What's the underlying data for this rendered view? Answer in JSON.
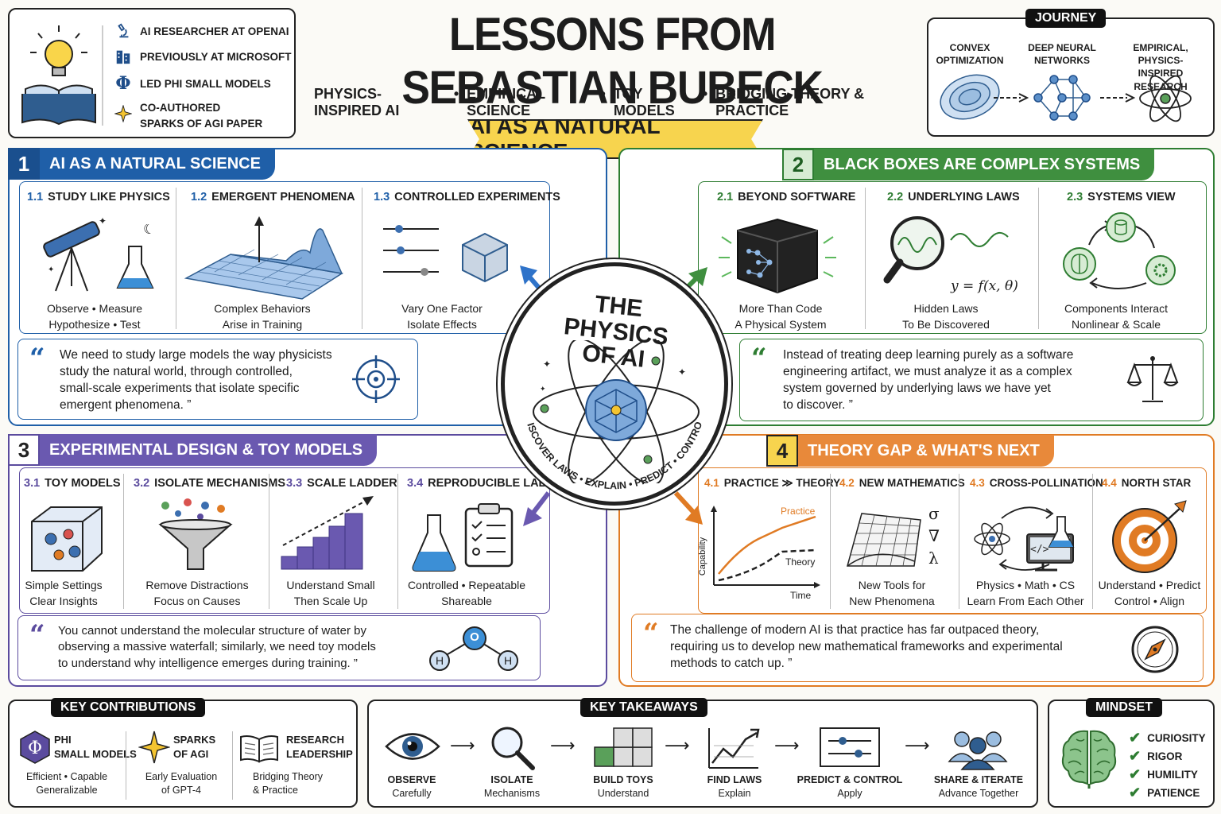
{
  "profile": {
    "items": [
      {
        "icon": "microscope-icon",
        "label": "AI RESEARCHER AT OPENAI"
      },
      {
        "icon": "building-icon",
        "label": "PREVIOUSLY AT MICROSOFT"
      },
      {
        "icon": "phi-icon",
        "label": "LED PHI SMALL MODELS"
      },
      {
        "icon": "sparkle-icon",
        "label": "CO-AUTHORED",
        "label2": "SPARKS OF AGI PAPER"
      }
    ]
  },
  "header": {
    "title": "LESSONS FROM SEBASTIAN BUBECK",
    "subtitle": [
      "PHYSICS-INSPIRED AI",
      "EMPIRICAL SCIENCE",
      "TOY MODELS",
      "BRIDGING THEORY & PRACTICE"
    ],
    "subtitle_sep": "•",
    "banner": "AI AS A NATURAL SCIENCE"
  },
  "journey": {
    "tag": "JOURNEY",
    "steps": [
      {
        "l1": "CONVEX",
        "l2": "OPTIMIZATION"
      },
      {
        "l1": "DEEP NEURAL",
        "l2": "NETWORKS"
      },
      {
        "l1": "EMPIRICAL, PHYSICS-",
        "l2": "INSPIRED RESEARCH"
      }
    ]
  },
  "center": {
    "title1": "THE PHYSICS",
    "title2": "OF AI",
    "arc": "DISCOVER LAWS • EXPLAIN • PREDICT • CONTROL"
  },
  "sections": {
    "s1": {
      "num": "1",
      "title": "AI AS A NATURAL SCIENCE",
      "color": "#1f5fa8",
      "subs": [
        {
          "n": "1.1",
          "title": "STUDY LIKE PHYSICS",
          "c1": "Observe • Measure",
          "c2": "Hypothesize • Test"
        },
        {
          "n": "1.2",
          "title": "EMERGENT PHENOMENA",
          "c1": "Complex Behaviors",
          "c2": "Arise in Training"
        },
        {
          "n": "1.3",
          "title": "CONTROLLED EXPERIMENTS",
          "c1": "Vary One Factor",
          "c2": "Isolate Effects"
        }
      ],
      "quote": [
        "We need to study large models the way physicists",
        "study the natural world, through controlled,",
        "small-scale experiments that isolate specific",
        "emergent phenomena. ”"
      ]
    },
    "s2": {
      "num": "2",
      "title": "BLACK BOXES ARE COMPLEX SYSTEMS",
      "color": "#2e7d32",
      "subs": [
        {
          "n": "2.1",
          "title": "BEYOND SOFTWARE",
          "c1": "More Than Code",
          "c2": "A Physical System"
        },
        {
          "n": "2.2",
          "title": "UNDERLYING LAWS",
          "c1": "Hidden Laws",
          "c2": "To Be Discovered"
        },
        {
          "n": "2.3",
          "title": "SYSTEMS VIEW",
          "c1": "Components Interact",
          "c2": "Nonlinear & Scale"
        }
      ],
      "formula": "y = f(x, θ)",
      "quote": [
        "Instead of treating deep learning purely as a software",
        "engineering artifact, we must analyze it as a complex",
        "system governed by underlying laws we have yet",
        "to discover. ”"
      ]
    },
    "s3": {
      "num": "3",
      "title": "EXPERIMENTAL DESIGN & TOY MODELS",
      "color": "#5b4b9e",
      "subs": [
        {
          "n": "3.1",
          "title": "TOY MODELS",
          "c1": "Simple Settings",
          "c2": "Clear Insights"
        },
        {
          "n": "3.2",
          "title": "ISOLATE MECHANISMS",
          "c1": "Remove Distractions",
          "c2": "Focus on Causes"
        },
        {
          "n": "3.3",
          "title": "SCALE LADDER",
          "c1": "Understand Small",
          "c2": "Then Scale Up"
        },
        {
          "n": "3.4",
          "title": "REPRODUCIBLE LAB",
          "c1": "Controlled • Repeatable",
          "c2": "Shareable"
        }
      ],
      "quote": [
        "You cannot understand the molecular structure of water by",
        "observing a massive waterfall; similarly, we need toy models",
        "to understand why intelligence emerges during training. ”"
      ],
      "molecule": {
        "o": "O",
        "h": "H"
      }
    },
    "s4": {
      "num": "4",
      "title": "THEORY GAP & WHAT'S NEXT",
      "color": "#e07b24",
      "subs": [
        {
          "n": "4.1",
          "title": "PRACTICE ≫ THEORY"
        },
        {
          "n": "4.2",
          "title": "NEW MATHEMATICS",
          "c1": "New Tools for",
          "c2": "New Phenomena"
        },
        {
          "n": "4.3",
          "title": "CROSS-POLLINATION",
          "c1": "Physics • Math • CS",
          "c2": "Learn From Each Other"
        },
        {
          "n": "4.4",
          "title": "NORTH STAR",
          "c1": "Understand • Predict",
          "c2": "Control • Align"
        }
      ],
      "chart": {
        "ylabel": "Capability",
        "xlabel": "Time",
        "s1": "Practice",
        "s2": "Theory"
      },
      "symbols": [
        "σ",
        "∇",
        "λ"
      ],
      "quote": [
        "The challenge of modern AI is that practice has far outpaced theory,",
        "requiring us to develop new mathematical frameworks and experimental",
        "methods to catch up. ”"
      ]
    }
  },
  "contributions": {
    "tag": "KEY CONTRIBUTIONS",
    "items": [
      {
        "t1": "PHI",
        "t2": "SMALL MODELS",
        "c": "Efficient • Capable",
        "c2": "Generalizable"
      },
      {
        "t1": "SPARKS",
        "t2": "OF AGI",
        "c": "Early Evaluation",
        "c2": "of GPT-4"
      },
      {
        "t1": "RESEARCH",
        "t2": "LEADERSHIP",
        "c": "Bridging Theory",
        "c2": "& Practice"
      }
    ]
  },
  "takeaways": {
    "tag": "KEY TAKEAWAYS",
    "items": [
      {
        "t": "OBSERVE",
        "s": "Carefully"
      },
      {
        "t": "ISOLATE",
        "s": "Mechanisms"
      },
      {
        "t": "BUILD TOYS",
        "s": "Understand"
      },
      {
        "t": "FIND LAWS",
        "s": "Explain"
      },
      {
        "t": "PREDICT & CONTROL",
        "s": "Apply"
      },
      {
        "t": "SHARE & ITERATE",
        "s": "Advance Together"
      }
    ]
  },
  "mindset": {
    "tag": "MINDSET",
    "items": [
      "CURIOSITY",
      "RIGOR",
      "HUMILITY",
      "PATIENCE"
    ]
  }
}
